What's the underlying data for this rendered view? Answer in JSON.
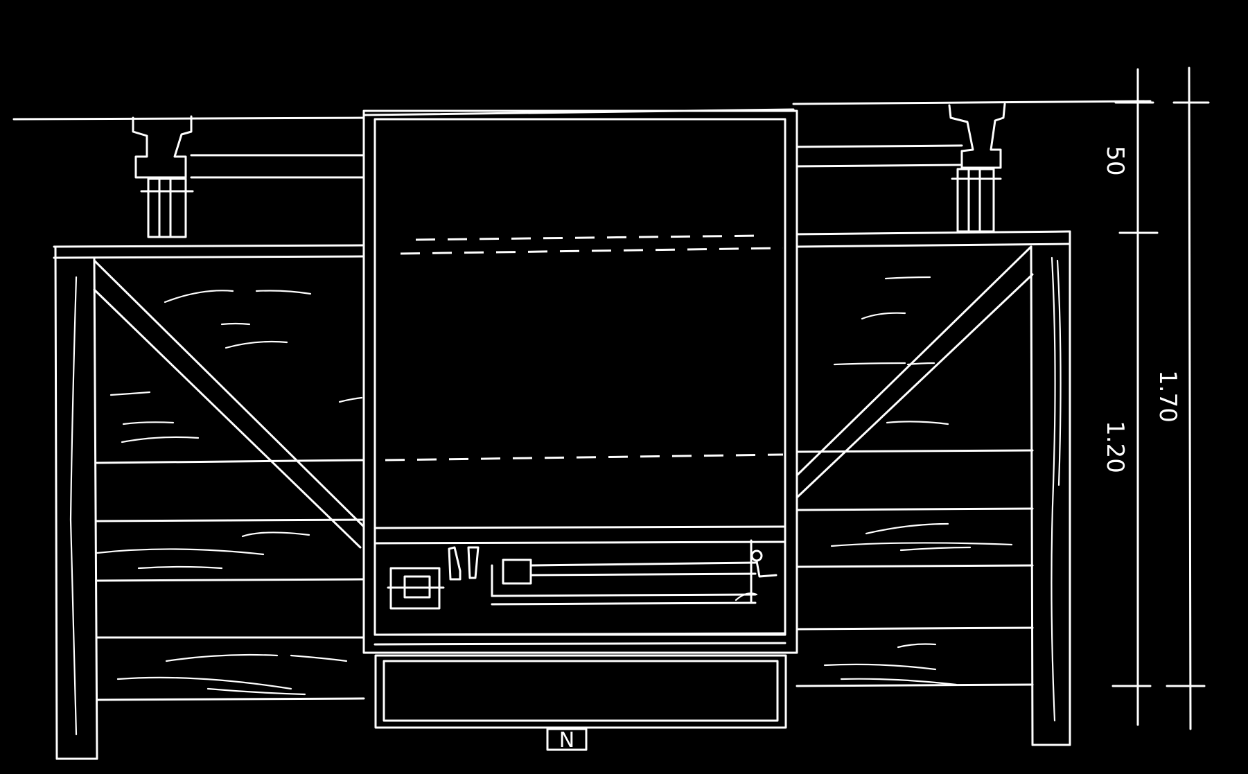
{
  "dimensions": {
    "top": "50",
    "middle": "1.20",
    "overall": "1.70"
  },
  "tag": "N"
}
